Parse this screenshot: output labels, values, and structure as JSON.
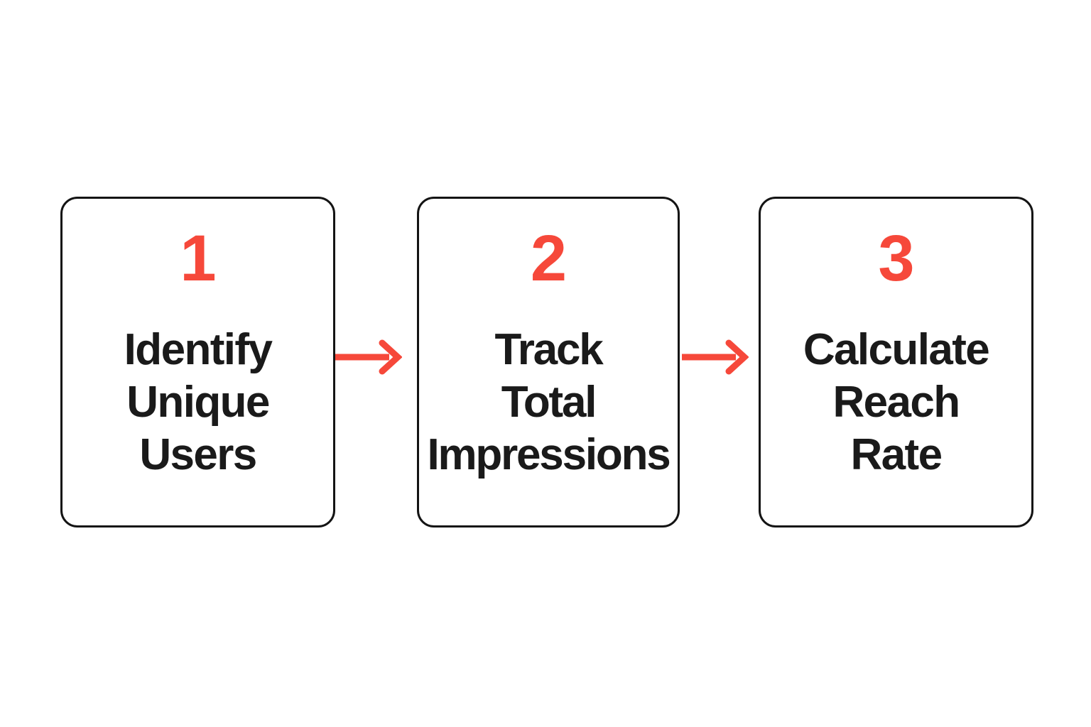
{
  "diagram": {
    "type": "horizontal-process-flow",
    "background_color": "#ffffff",
    "accent_color": "#f6483a",
    "text_color": "#1a1a1a",
    "border_color": "#141414",
    "steps": [
      {
        "number": "1",
        "label": "Identify\nUnique\nUsers"
      },
      {
        "number": "2",
        "label": "Track\nTotal\nImpressions"
      },
      {
        "number": "3",
        "label": "Calculate\nReach\nRate"
      }
    ],
    "connectors": [
      {
        "from": "1",
        "to": "2",
        "direction": "right",
        "color": "#f6483a"
      },
      {
        "from": "2",
        "to": "3",
        "direction": "right",
        "color": "#f6483a"
      }
    ]
  }
}
